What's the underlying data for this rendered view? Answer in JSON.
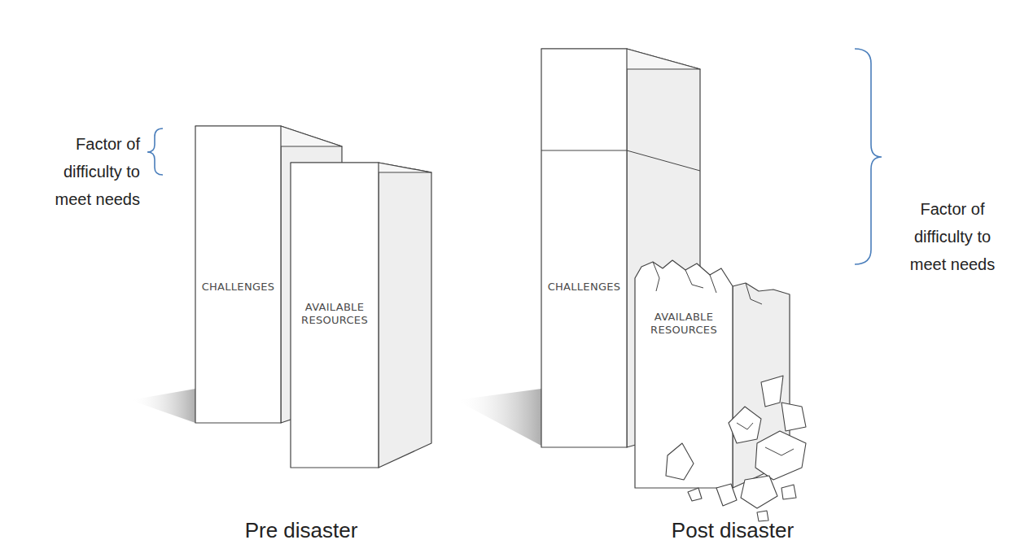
{
  "diagram": {
    "nodes": [
      {
        "text": [
          "CHALLENGES"
        ]
      },
      {
        "text": [
          "AVAILABLE RESOURCES"
        ]
      },
      {
        "text": [
          "CHALLENGES"
        ]
      },
      {
        "text": [
          "AVAILABLE RESOURCES"
        ]
      }
    ],
    "labels": [
      "Factor of difficulty to meet needs",
      "Pre disaster",
      "Factor of difficulty to meet needs",
      "Post disaster"
    ]
  }
}
